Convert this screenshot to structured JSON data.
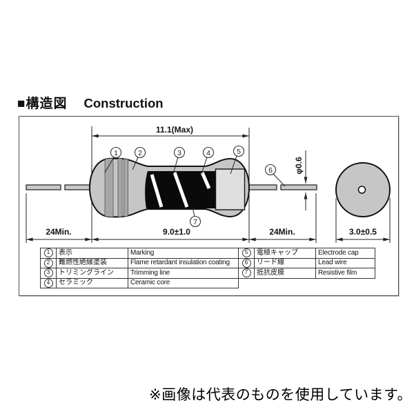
{
  "title": {
    "jp": "■構造図",
    "en": "Construction"
  },
  "dimensions": {
    "overall_length": "11.1(Max)",
    "lead_left": "24Min.",
    "body_length": "9.0±1.0",
    "lead_right": "24Min.",
    "body_diameter": "3.0±0.5",
    "wire_diameter": "φ0.6"
  },
  "callouts": [
    "1",
    "2",
    "3",
    "4",
    "5",
    "6",
    "7"
  ],
  "legend": {
    "left_rows": [
      {
        "n": "1",
        "jp": "表示",
        "en": "Marking"
      },
      {
        "n": "2",
        "jp": "難燃性絶縁塗装",
        "en": "Flame retardant insulation coating"
      },
      {
        "n": "3",
        "jp": "トリミングライン",
        "en": "Trimming line"
      },
      {
        "n": "4",
        "jp": "セラミック",
        "en": "Ceramic core"
      }
    ],
    "right_rows": [
      {
        "n": "5",
        "jp": "電極キャップ",
        "en": "Electrode cap"
      },
      {
        "n": "6",
        "jp": "リード線",
        "en": "Lead wire"
      },
      {
        "n": "7",
        "jp": "抵抗皮膜",
        "en": "Resistive film"
      }
    ]
  },
  "note": "※画像は代表のものを使用しています。",
  "colors": {
    "body": "#c6c6c6",
    "marking_band": "#a6a6a6",
    "electrode_cap": "#dedede",
    "resistive_film": "#0a0a0a",
    "lead_wire": "#c9c9c9",
    "line": "#222222"
  }
}
